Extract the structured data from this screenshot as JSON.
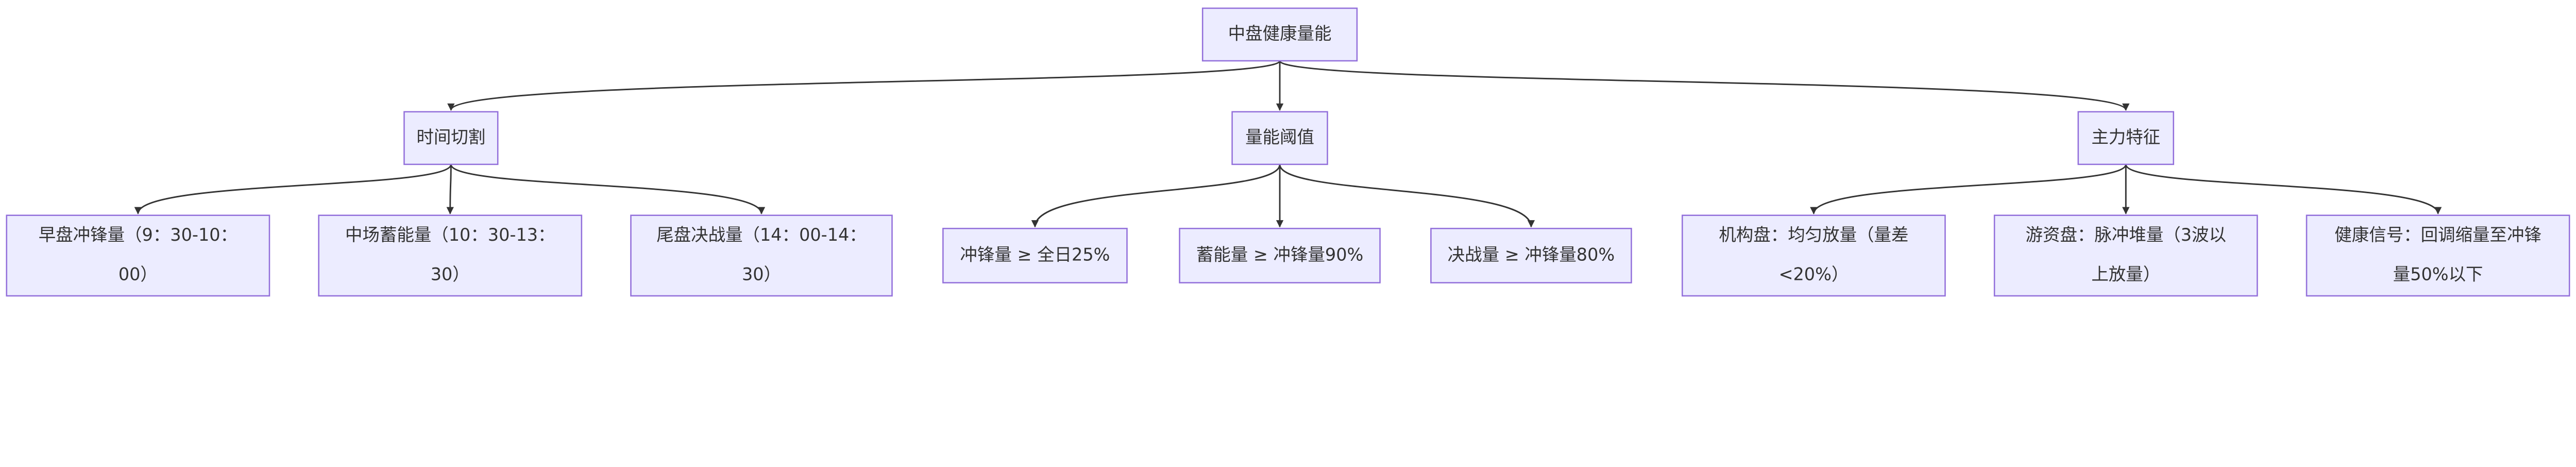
{
  "diagram": {
    "type": "flowchart-top-down",
    "colors": {
      "node_fill": "#ECECFF",
      "node_border": "#9370DB",
      "edge": "#333333",
      "text": "#333333"
    },
    "root": {
      "lines": [
        "中盘健康量能"
      ]
    },
    "branches": [
      {
        "label": {
          "lines": [
            "时间切割"
          ]
        },
        "leaves": [
          {
            "lines": [
              "早盘冲锋量（9：30-10：",
              "00）"
            ]
          },
          {
            "lines": [
              "中场蓄能量（10：30-13：",
              "30）"
            ]
          },
          {
            "lines": [
              "尾盘决战量（14：00-14：",
              "30）"
            ]
          }
        ]
      },
      {
        "label": {
          "lines": [
            "量能阈值"
          ]
        },
        "leaves": [
          {
            "lines": [
              "冲锋量 ≥ 全日25%"
            ]
          },
          {
            "lines": [
              "蓄能量 ≥ 冲锋量90%"
            ]
          },
          {
            "lines": [
              "决战量 ≥ 冲锋量80%"
            ]
          }
        ]
      },
      {
        "label": {
          "lines": [
            "主力特征"
          ]
        },
        "leaves": [
          {
            "lines": [
              "机构盘：均匀放量（量差",
              "<20%）"
            ]
          },
          {
            "lines": [
              "游资盘：脉冲堆量（3波以",
              "上放量）"
            ]
          },
          {
            "lines": [
              "健康信号：回调缩量至冲锋",
              "量50%以下"
            ]
          }
        ]
      }
    ]
  }
}
